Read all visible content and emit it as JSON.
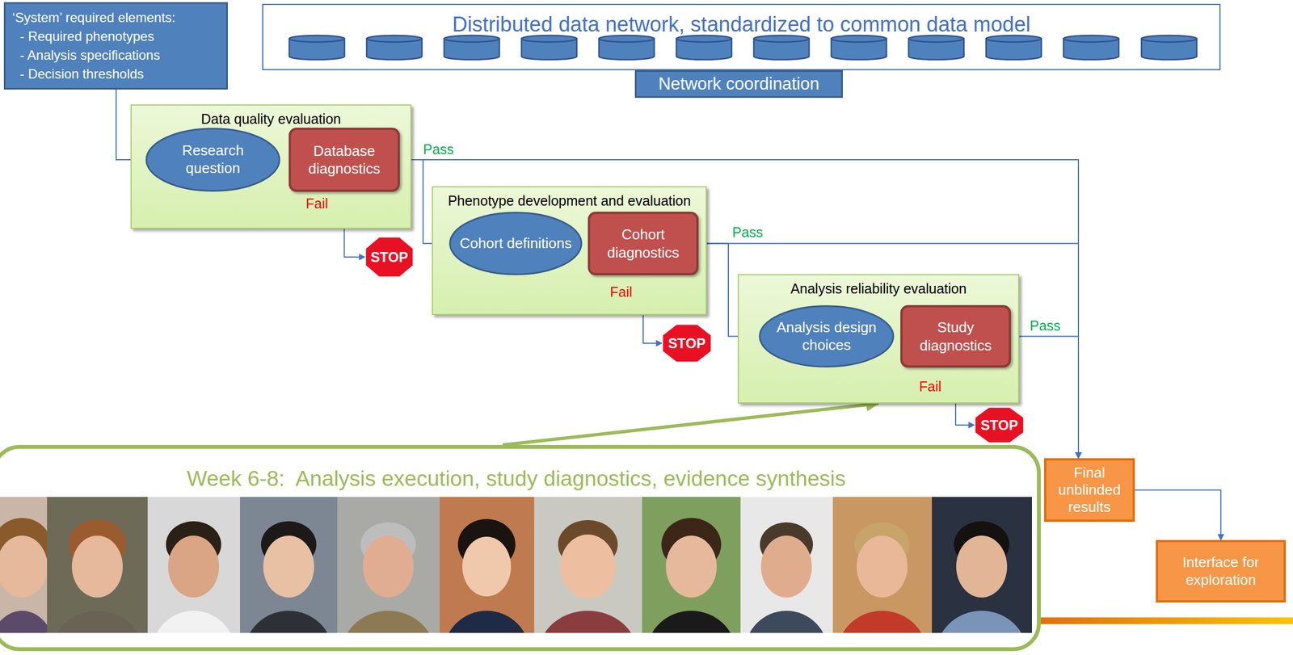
{
  "diagram": {
    "nodes": [
      {
        "text": [
          "‘System’ required elements:",
          "- Required phenotypes",
          "- Analysis specifications",
          "- Decision thresholds"
        ]
      },
      {
        "text": [
          "Distributed data network, standardized to common data model"
        ]
      },
      {
        "text": [
          "Network coordination"
        ]
      },
      {
        "text": [
          "Data quality evaluation"
        ]
      },
      {
        "text": [
          "Research question"
        ],
        "in": 3
      },
      {
        "text": [
          "Database diagnostics"
        ],
        "in": 3
      },
      {
        "text": [
          "STOP"
        ]
      },
      {
        "text": [
          "Phenotype development and evaluation"
        ]
      },
      {
        "text": [
          "Cohort definitions"
        ],
        "in": 7
      },
      {
        "text": [
          "Cohort diagnostics"
        ],
        "in": 7
      },
      {
        "text": [
          "STOP"
        ]
      },
      {
        "text": [
          "Analysis reliability evaluation"
        ]
      },
      {
        "text": [
          "Analysis design choices"
        ],
        "in": 11
      },
      {
        "text": [
          "Study diagnostics"
        ],
        "in": 11
      },
      {
        "text": [
          "STOP"
        ]
      },
      {
        "text": [
          "Week 6-8:  Analysis execution, study diagnostics, evidence synthesis"
        ]
      },
      {
        "text": [
          "Final unblinded results"
        ]
      },
      {
        "text": [
          "Interface for exploration"
        ]
      }
    ],
    "edges": [
      {
        "from": 0,
        "to": 4,
        "arrow": "to"
      },
      {
        "from": 4,
        "to": 5,
        "arrow": "to"
      },
      {
        "from": 5,
        "to": 6,
        "label": "Fail",
        "arrow": "to"
      },
      {
        "from": 5,
        "to": 16,
        "label": "Pass",
        "arrow": "to"
      },
      {
        "from": 5,
        "to": 8,
        "arrow": "to"
      },
      {
        "from": 8,
        "to": 9,
        "arrow": "to"
      },
      {
        "from": 9,
        "to": 10,
        "label": "Fail",
        "arrow": "to"
      },
      {
        "from": 9,
        "to": 16,
        "label": "Pass",
        "arrow": "to"
      },
      {
        "from": 9,
        "to": 12,
        "arrow": "to"
      },
      {
        "from": 12,
        "to": 13,
        "arrow": "to"
      },
      {
        "from": 13,
        "to": 14,
        "label": "Fail",
        "arrow": "to"
      },
      {
        "from": 13,
        "to": 16,
        "label": "Pass",
        "arrow": "to"
      },
      {
        "from": 16,
        "to": 17,
        "arrow": "to"
      },
      {
        "from": 15,
        "to": 11,
        "arrow": "to"
      }
    ]
  }
}
